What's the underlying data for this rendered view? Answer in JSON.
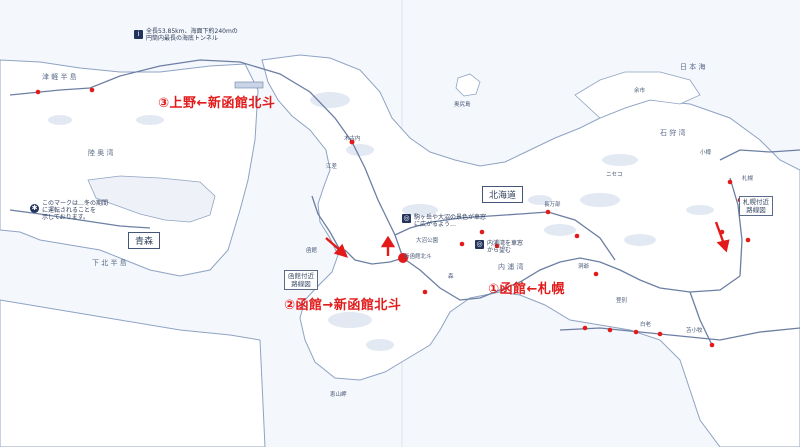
{
  "route_labels": {
    "route1": "①函館←札幌",
    "route2": "②函館→新函館北斗",
    "route3": "③上野←新函館北斗"
  },
  "regions": {
    "hokkaido": "北海道",
    "aomori": "青森"
  },
  "detail_boxes": {
    "hakodate": "函館付近\n路線図",
    "sapporo": "札幌付近\n路線図"
  },
  "tunnel_note": "全長53.85km、海面下約240mの\n円筒内最長の海底トンネル",
  "snow_note": "このマークは…冬の期間\nに運転されることを\n示しております。",
  "info_note_1": "駒ヶ岳や大沼の景色が車窓\nに広がるよう…",
  "info_note_2": "内浦湾を車窓\nから望む",
  "seas": {
    "japan_sea": "日 本 海",
    "tsugaru": "津 軽 半 島",
    "mutsu": "陸 奥 湾",
    "shimokita": "下 北 半 島",
    "uchiura": "内 浦 湾",
    "ishikari": "石 狩 湾"
  },
  "place_labels": {
    "hakodate": "函館",
    "shinhakodate": "新函館北斗",
    "onuma": "大沼公園",
    "mori": "森",
    "oshamambe": "長万部",
    "shiraoi": "白老",
    "tomakomai": "苫小牧",
    "sapporo": "札幌",
    "kikonai": "木古内",
    "niseko": "ニセコ",
    "otaru": "小樽",
    "toya": "洞爺",
    "noboribetsu": "登別",
    "esashi": "江差",
    "okushiri": "奥尻島",
    "yoichi": "余市",
    "esan": "恵山岬"
  },
  "colors": {
    "background": "#f6f8fb",
    "land": "#ffffff",
    "coast": "#8fa3c4",
    "rail": "#6c7fa3",
    "accent_red": "#e21a1a"
  }
}
